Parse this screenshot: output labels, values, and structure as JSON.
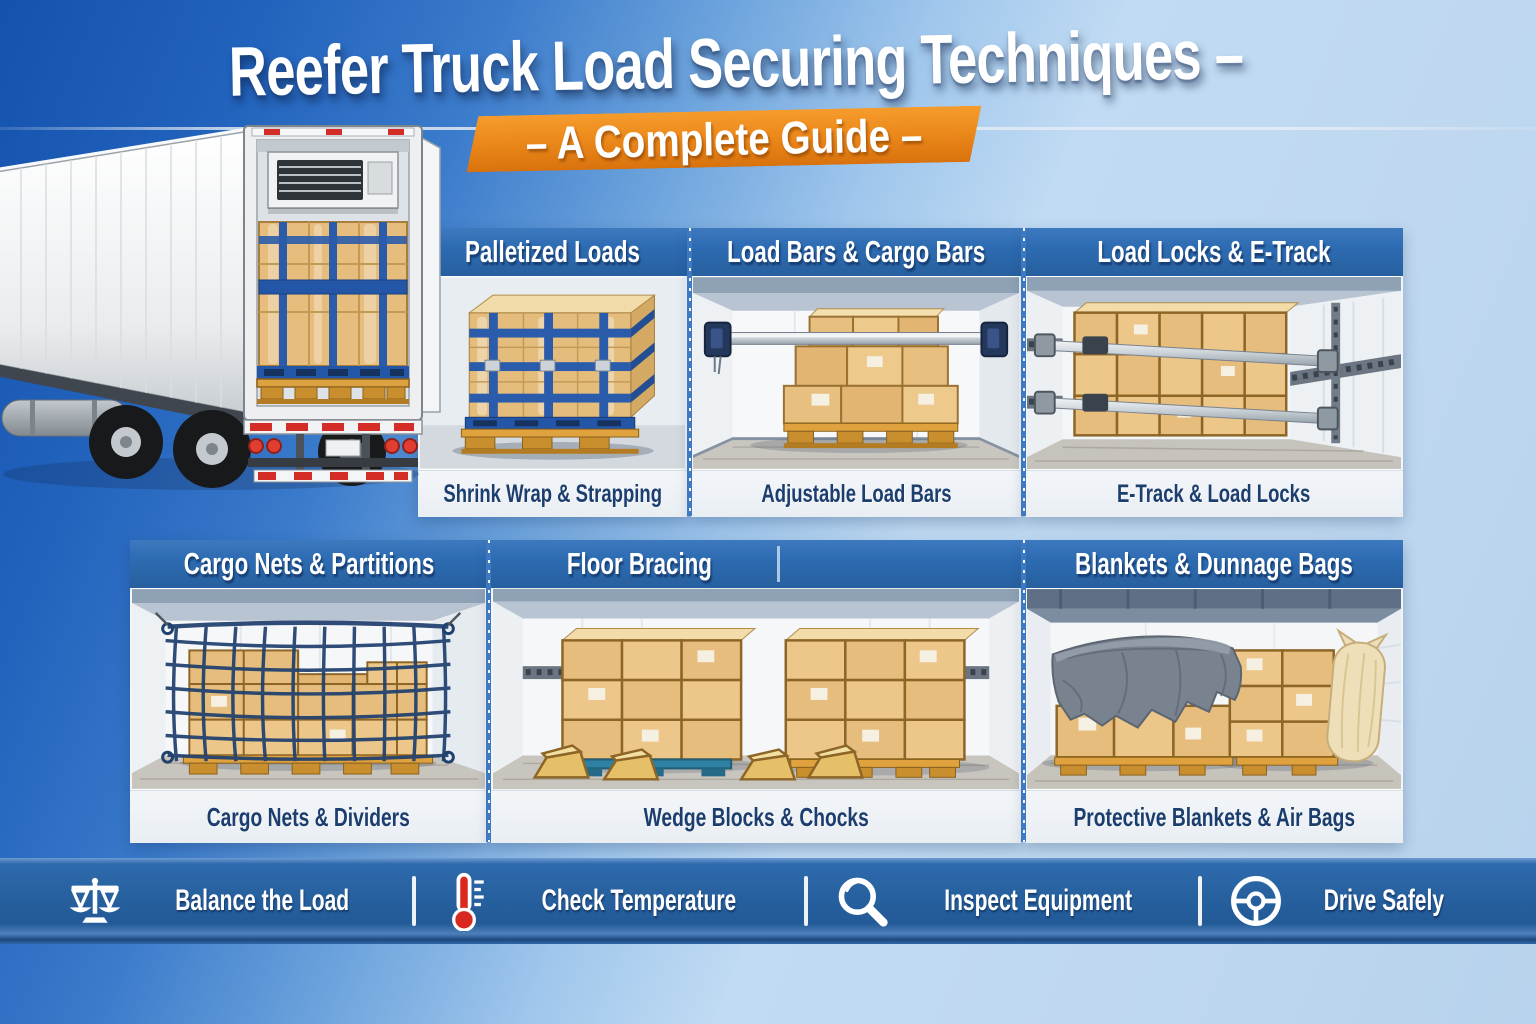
{
  "header": {
    "title": "Reefer Truck Load Securing Techniques –",
    "banner": "– A Complete Guide –"
  },
  "panels": [
    {
      "title": "Palletized Loads",
      "caption": "Shrink Wrap & Strapping",
      "illustration": "strapped-pallet-load"
    },
    {
      "title": "Load Bars & Cargo Bars",
      "caption": "Adjustable Load Bars",
      "illustration": "trailer-with-load-bar"
    },
    {
      "title": "Load Locks & E-Track",
      "caption": "E-Track & Load Locks",
      "illustration": "boxes-with-load-locks-etrack"
    },
    {
      "title": "Cargo Nets & Partitions",
      "caption": "Cargo Nets & Dividers",
      "illustration": "cargo-net-over-boxes"
    },
    {
      "title": "Floor Bracing",
      "caption": "Wedge Blocks & Chocks",
      "illustration": "box-stacks-with-wedges"
    },
    {
      "title": "Blankets & Dunnage Bags",
      "caption": "Protective Blankets & Air Bags",
      "illustration": "blanket-and-dunnage-bag"
    }
  ],
  "hero": {
    "illustration": "reefer-truck-open-rear-with-pallets"
  },
  "footer": {
    "items": [
      {
        "icon": "balance-scale-icon",
        "label": "Balance the Load"
      },
      {
        "icon": "thermometer-icon",
        "label": "Check Temperature"
      },
      {
        "icon": "magnifying-glass-icon",
        "label": "Inspect Equipment"
      },
      {
        "icon": "steering-wheel-icon",
        "label": "Drive Safely"
      }
    ]
  },
  "colors": {
    "background_top": "#1452ad",
    "background_bottom": "#b7d2ec",
    "panel_header_blue": "#2d6bb2",
    "caption_text_navy": "#1c3e6e",
    "banner_orange": "#ec8a1b",
    "footer_bar_blue": "#27619f",
    "carton_tan": "#e6bd7d",
    "strap_blue": "#2b5cab",
    "thermometer_red": "#d8281f"
  }
}
